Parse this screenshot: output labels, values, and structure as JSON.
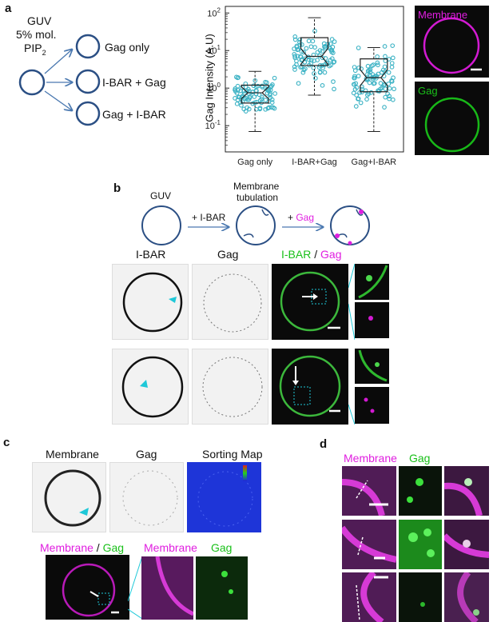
{
  "panel_a": {
    "label": "a",
    "guv_lines": [
      "GUV",
      "5% mol.",
      "PIP"
    ],
    "pip_sub": "2",
    "branches": [
      "Gag only",
      "I-BAR + Gag",
      "Gag + I-BAR"
    ],
    "micrograph_labels": {
      "membrane": "Membrane",
      "gag": "Gag"
    }
  },
  "chart_data": {
    "type": "box",
    "title": "",
    "xlabel": "",
    "ylabel": "Gag Intensity (A.U)",
    "yscale": "log",
    "ylim": [
      0.02,
      150
    ],
    "yticks": [
      {
        "value": 0.1,
        "base": "10",
        "exp": "-1"
      },
      {
        "value": 1,
        "base": "10",
        "exp": "0"
      },
      {
        "value": 10,
        "base": "10",
        "exp": "1"
      },
      {
        "value": 100,
        "base": "10",
        "exp": "2"
      }
    ],
    "categories": [
      "Gag only",
      "I-BAR+Gag",
      "Gag+I-BAR"
    ],
    "boxes": [
      {
        "q1": 0.4,
        "median": 0.75,
        "q3": 1.2,
        "whisker_low": 0.07,
        "whisker_high": 2.8
      },
      {
        "q1": 4.0,
        "median": 7.0,
        "q3": 22,
        "whisker_low": 0.65,
        "whisker_high": 75
      },
      {
        "q1": 0.8,
        "median": 1.9,
        "q3": 6.0,
        "whisker_low": 0.07,
        "whisker_high": 12
      }
    ],
    "colors": {
      "points": "#3bb2c4",
      "box": "#222222"
    }
  },
  "panel_b": {
    "label": "b",
    "schematic": {
      "guv": "GUV",
      "tubulation": [
        "Membrane",
        "tubulation"
      ],
      "step1": "+ I-BAR",
      "step2_plus": "+ ",
      "step2_gag": "Gag"
    },
    "headers": {
      "ibar": "I-BAR",
      "gag": "Gag",
      "merge_ibar": "I-BAR",
      "merge_sep": " / ",
      "merge_gag": "Gag"
    }
  },
  "panel_c": {
    "label": "c",
    "headers": [
      "Membrane",
      "Gag",
      "Sorting Map"
    ],
    "merge": {
      "membrane": "Membrane",
      "sep": " / ",
      "gag": "Gag"
    },
    "zoom_labels": {
      "membrane": "Membrane",
      "gag": "Gag"
    }
  },
  "panel_d": {
    "label": "d",
    "headers": {
      "membrane": "Membrane",
      "gag": "Gag"
    }
  },
  "colors": {
    "magenta": "#e01ee0",
    "green": "#19c019",
    "cyan": "#1ec8d8",
    "arrow": "#4a78b0"
  }
}
